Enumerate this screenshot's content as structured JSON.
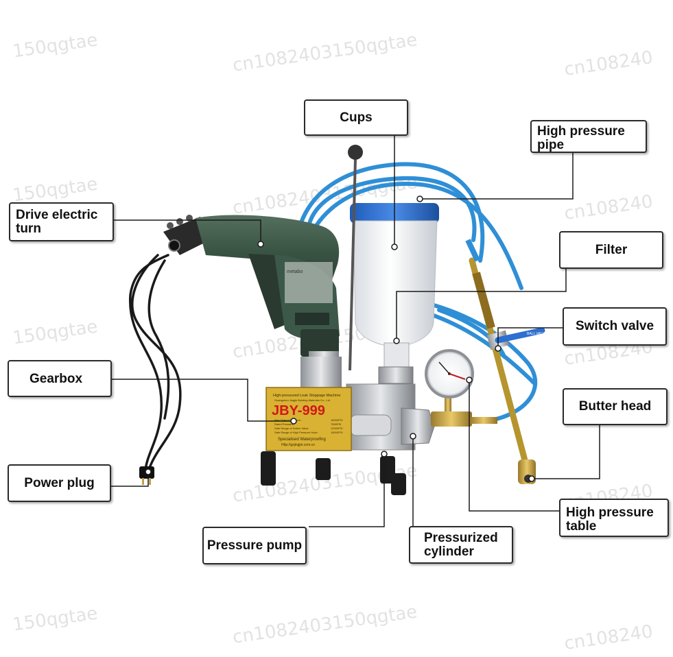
{
  "callouts": {
    "cups": "Cups",
    "high_pressure_pipe": "High pressure pipe",
    "drive_electric_turn": "Drive electric turn",
    "filter": "Filter",
    "switch_valve": "Switch valve",
    "gearbox": "Gearbox",
    "butter_head": "Butter head",
    "power_plug": "Power plug",
    "high_pressure_table": "High pressure table",
    "pressure_pump": "Pressure pump",
    "pressurized_cylinder": "Pressurized cylinder"
  },
  "machine_plate": {
    "model": "JBY-999",
    "heading": "High-pressured Leak Stoppage Machine",
    "maker": "Guangzhou Jingjin Building Materials Co., Ltd",
    "spec1_label": "Max Output Pressure:",
    "spec1_value": "15000PSI",
    "spec2_label": "Rated Pressure:",
    "spec2_value": "7500PSI",
    "spec3_label": "Safe Range of Switch Valve:",
    "spec3_value": "12000PSI",
    "spec4_label": "Safe Range of High Pressure Hose:",
    "spec4_value": "15000PSI",
    "slogan": "Specialised Waterproofing",
    "url": "Http://gzjingjin.com.cn"
  },
  "drill_brand": "metabo",
  "valve_tag": "BALL VALVES",
  "watermarks": {
    "short": "150qgtae",
    "long": "cn1082403150qgtae",
    "clipped": "cn108240"
  },
  "colors": {
    "hose_blue": "#2f8fd6",
    "drill_green": "#3d5a48",
    "brass": "#c9a34a",
    "cup_lid": "#2d6fd0",
    "plate_gold": "#d9b233",
    "plate_red": "#d01818"
  }
}
